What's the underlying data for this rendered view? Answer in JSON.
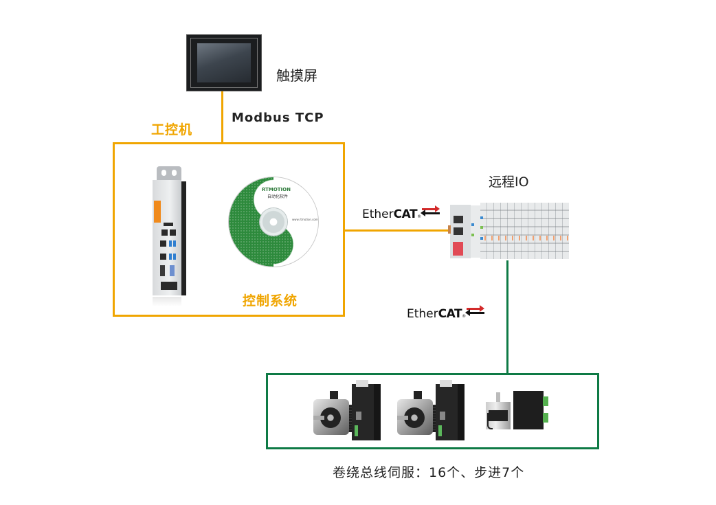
{
  "nodes": {
    "touch_screen": {
      "label": "触摸屏",
      "icon": "touch-panel-image"
    },
    "ipc": {
      "label": "工控机",
      "icon": "industrial-pc-image"
    },
    "control_system": {
      "label": "控制系统",
      "icon": "software-cd-image",
      "cd_logo": "RTMOTION",
      "cd_logo_sub": "自动化软件",
      "cd_url": "www.rtmotion.com"
    },
    "remote_io": {
      "label": "远程IO",
      "icon": "remote-io-module-image"
    },
    "drives": {
      "caption": "卷绕总线伺服：16个、步进7个",
      "items": [
        "servo-drive-motor",
        "servo-drive-motor",
        "stepper-driver-motor"
      ]
    }
  },
  "links": {
    "hmi_to_ipc": {
      "protocol": "Modbus TCP"
    },
    "ipc_to_io": {
      "protocol_regular": "Ether",
      "protocol_bold": "CAT",
      "reg": "®"
    },
    "io_to_drives": {
      "protocol_regular": "Ether",
      "protocol_bold": "CAT",
      "reg": "®"
    }
  },
  "colors": {
    "ipc_frame": "#f0a500",
    "drive_frame": "#0e7a45",
    "label_accent": "#f0a500"
  }
}
